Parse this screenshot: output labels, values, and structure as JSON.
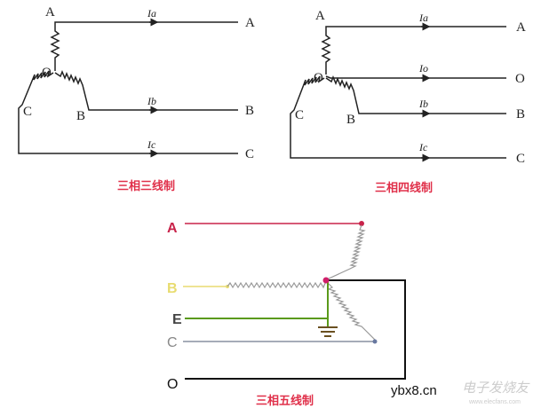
{
  "diagram_3p3w": {
    "caption": "三相三线制",
    "node_a": "A",
    "node_b": "B",
    "node_c": "C",
    "node_o": "O",
    "out_a": "A",
    "out_b": "B",
    "out_c": "C",
    "current_a": "Ia",
    "current_b": "Ib",
    "current_c": "Ic"
  },
  "diagram_3p4w": {
    "caption": "三相四线制",
    "node_a": "A",
    "node_b": "B",
    "node_c": "C",
    "node_o": "O",
    "out_a": "A",
    "out_o": "O",
    "out_b": "B",
    "out_c": "C",
    "current_a": "Ia",
    "current_o": "Io",
    "current_b": "Ib",
    "current_c": "Ic"
  },
  "diagram_3p5w": {
    "caption": "三相五线制",
    "line_a": "A",
    "line_b": "B",
    "line_e": "E",
    "line_c": "C",
    "line_o": "O",
    "colors": {
      "a": "#c8234a",
      "b": "#e8dc70",
      "e": "#5a9a1a",
      "c": "#8890a0",
      "o": "#111111",
      "coil": "#999999"
    }
  },
  "watermark": {
    "site": "ybx8.cn",
    "logo_text": "电子发烧友",
    "logo_url": "www.elecfans.com"
  }
}
